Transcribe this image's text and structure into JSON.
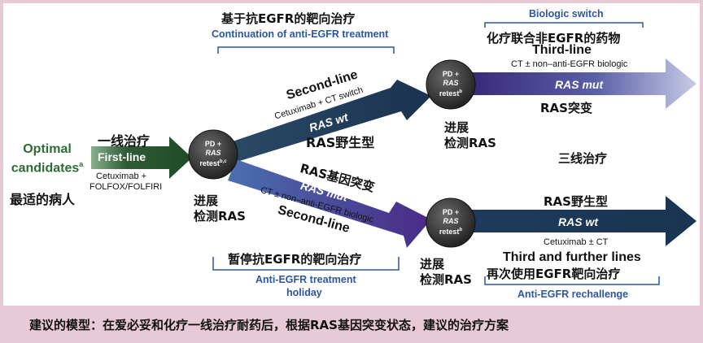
{
  "colors": {
    "pink": "#e8c9d6",
    "green": "#2e5b34",
    "navy": "#1e3a5c",
    "purple": "#4a2a86",
    "label_blue": "#2d56a1",
    "circle": "#2a2a2a"
  },
  "diagram": {
    "start": {
      "title": "Optimal candidates",
      "title_sup": "a",
      "cn": "最适的病人"
    },
    "first_line": {
      "cn": "一线治疗",
      "label": "First-line",
      "regimen_1": "Cetuximab +",
      "regimen_2": "FOLFOX/FOLFIRI"
    },
    "node_1": {
      "line1": "PD +",
      "line2": "RAS",
      "line3": "retest",
      "sup": "b,c",
      "cn_1": "进展",
      "cn_2": "检测RAS"
    },
    "node_2": {
      "line1": "PD +",
      "line2": "RAS",
      "line3": "retest",
      "sup": "b",
      "cn_1": "进展",
      "cn_2": "检测RAS"
    },
    "node_3": {
      "line1": "PD +",
      "line2": "RAS",
      "line3": "retest",
      "sup": "b",
      "cn_1": "进展",
      "cn_2": "检测RAS"
    },
    "upper_second": {
      "cn_head": "基于抗EGFR的靶向治疗",
      "en_head": "Continuation of anti-EGFR treatment",
      "label": "Second-line",
      "sub": "Cetuximab + CT switch",
      "ras": "RAS wt",
      "cn_ras": "RAS野生型"
    },
    "lower_second": {
      "cn_ras": "RAS基因突变",
      "ras": "RAS mut",
      "sub": "CT ± non–anti-EGFR biologic",
      "label": "Second-line",
      "cn_head": "暂停抗EGFR的靶向治疗",
      "en_head_1": "Anti-EGFR treatment",
      "en_head_2": "holiday"
    },
    "upper_third": {
      "en_head": "Biologic switch",
      "cn_head": "化疗联合非EGFR的药物",
      "label": "Third-line",
      "sub": "CT ± non–anti-EGFR biologic",
      "ras": "RAS mut",
      "cn_ras": "RAS突变"
    },
    "middle_cn": "三线治疗",
    "lower_third": {
      "cn_ras": "RAS野生型",
      "ras": "RAS wt",
      "sub": "Cetuximab ± CT",
      "label": "Third and further lines",
      "cn_head": "再次使用EGFR靶向治疗",
      "en_head": "Anti-EGFR rechallenge"
    }
  },
  "caption": "建议的模型：在爱必妥和化疗一线治疗耐药后，根据RAS基因突变状态，建议的治疗方案"
}
